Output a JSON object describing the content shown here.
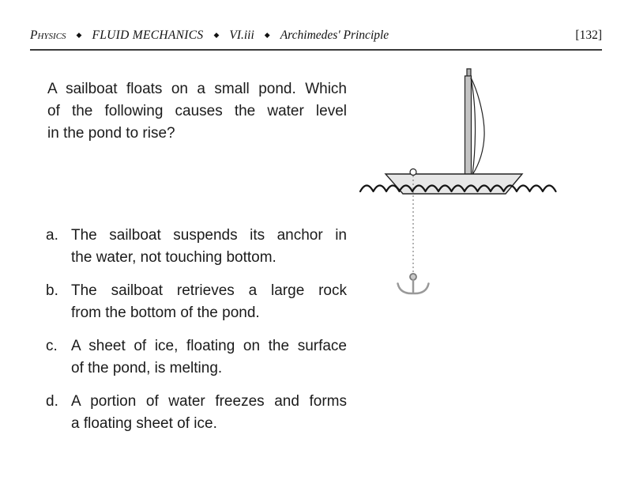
{
  "header": {
    "course": "Physics",
    "subject": "FLUID MECHANICS",
    "section": "VI.iii",
    "topic": "Archimedes' Principle",
    "page_ref": "[132]",
    "separator": "◆"
  },
  "question": {
    "lines": [
      "A sailboat floats on a small pond.  Which",
      "of the following causes the water level",
      "in the pond to rise?"
    ]
  },
  "options": [
    {
      "letter": "a.",
      "lines": [
        "The sailboat suspends its anchor in",
        "the water, not touching bottom."
      ]
    },
    {
      "letter": "b.",
      "lines": [
        "The sailboat retrieves a large rock",
        "from the bottom of the pond."
      ]
    },
    {
      "letter": "c.",
      "lines": [
        "A sheet of ice, floating on the surface",
        "of the pond, is melting."
      ]
    },
    {
      "letter": "d.",
      "lines": [
        "A portion of water freezes and forms",
        "a floating sheet of ice."
      ]
    }
  ],
  "illustration": {
    "description": "sailboat floating on wavy water with anchor suspended below on a dotted rope",
    "colors": {
      "hull_fill": "#e7e7e7",
      "mast_fill": "#c4c4c4",
      "mast_cap_fill": "#b0b0b0",
      "sail_fill": "#ffffff",
      "water_stroke": "#151515",
      "rope_stroke": "#8a8a8a",
      "anchor_color": "#999999",
      "anchor_ring_fill": "#c8c8c8",
      "ink": "#1b1b1b"
    }
  }
}
